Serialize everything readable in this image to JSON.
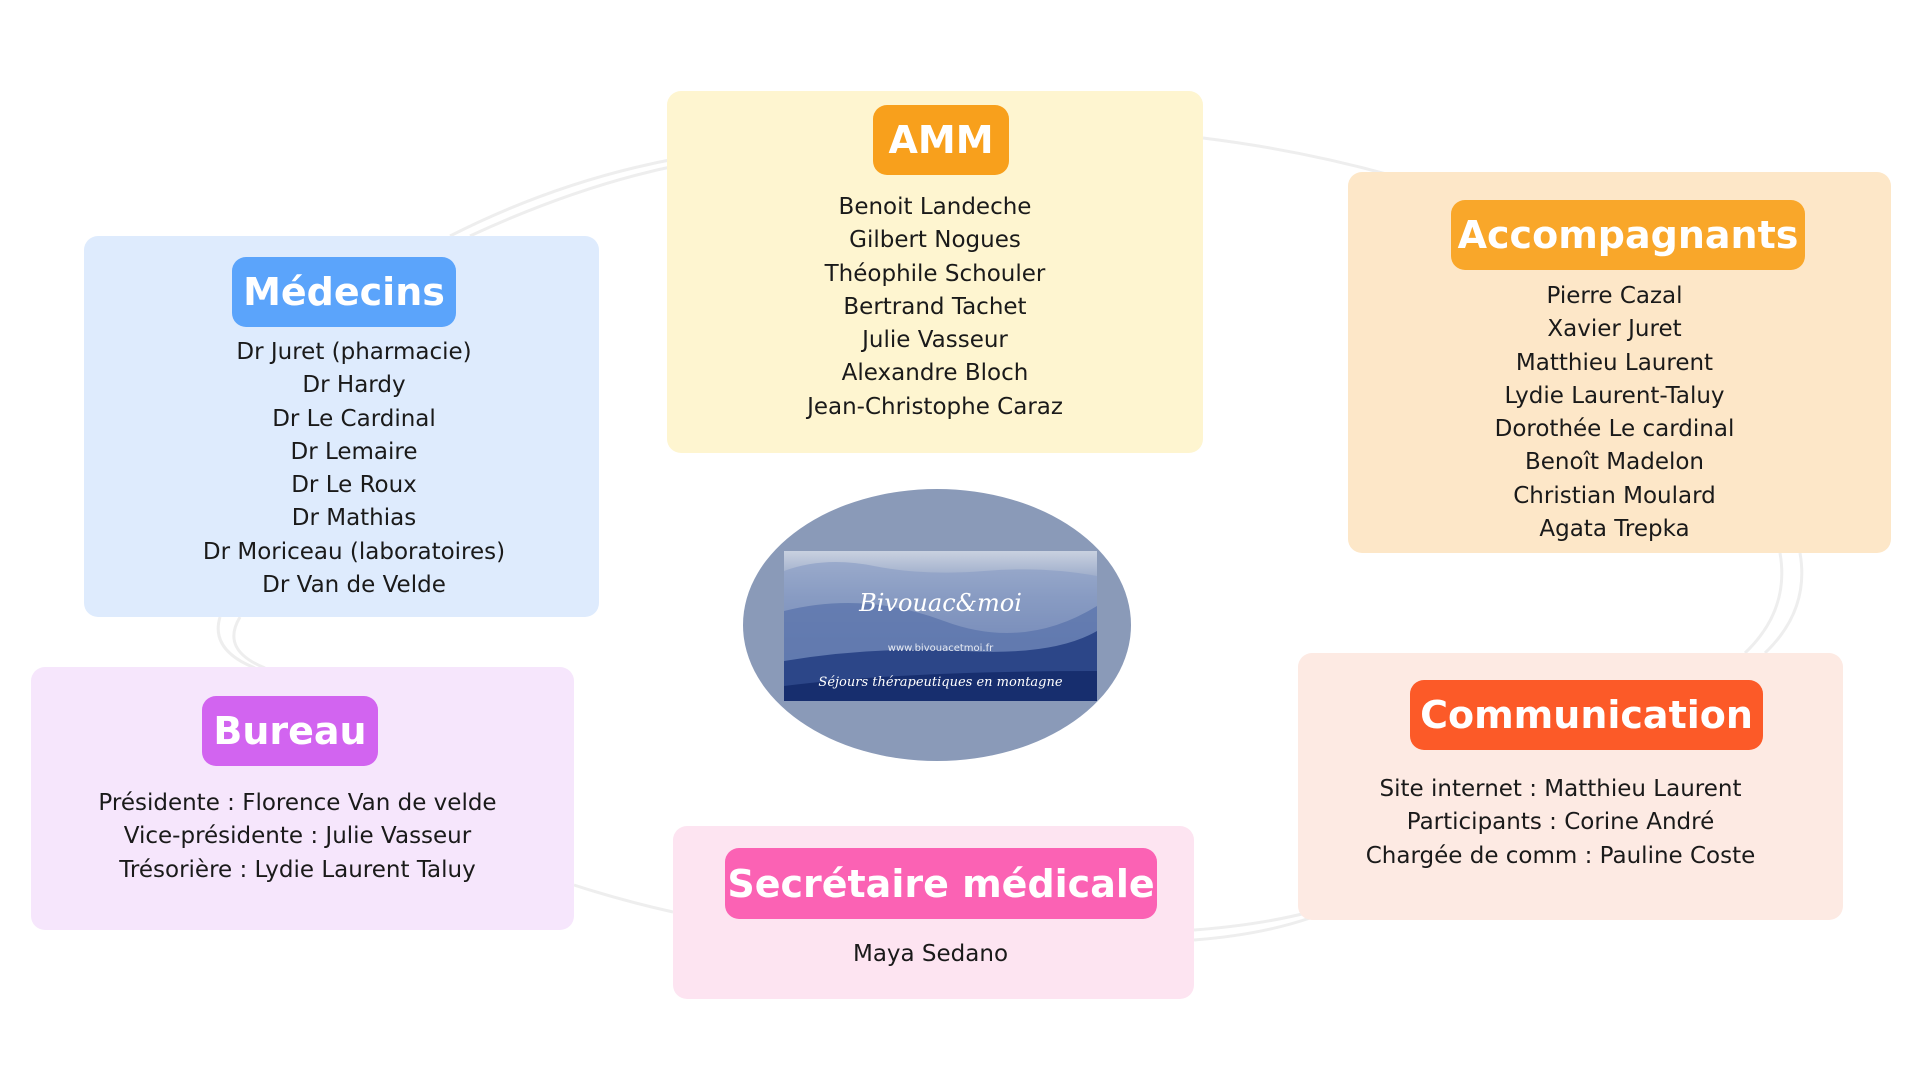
{
  "groups": {
    "amm": {
      "title": "AMM",
      "members": [
        "Benoit Landeche",
        "Gilbert Nogues",
        "Théophile Schouler",
        "Bertrand Tachet",
        "Julie Vasseur",
        "Alexandre Bloch",
        "Jean-Christophe Caraz"
      ],
      "bg": "#fef5d0",
      "accent": "#f8a01c"
    },
    "medecins": {
      "title": "Médecins",
      "members": [
        "Dr Juret (pharmacie)",
        "Dr Hardy",
        "Dr Le Cardinal",
        "Dr Lemaire",
        "Dr Le Roux",
        "Dr Mathias",
        "Dr Moriceau (laboratoires)",
        "Dr Van de Velde"
      ],
      "bg": "#deebfd",
      "accent": "#5ba4fb"
    },
    "accompagnants": {
      "title": "Accompagnants",
      "members": [
        "Pierre Cazal",
        "Xavier Juret",
        "Matthieu Laurent",
        "Lydie Laurent-Taluy",
        "Dorothée Le cardinal",
        "Benoît Madelon",
        "Christian Moulard",
        "Agata Trepka"
      ],
      "bg": "#fde7c8",
      "accent": "#f9a72a"
    },
    "bureau": {
      "title": "Bureau",
      "members": [
        "Présidente : Florence Van de velde",
        "Vice-présidente : Julie Vasseur",
        "Trésorière : Lydie Laurent Taluy"
      ],
      "bg": "#f6e6fc",
      "accent": "#d264f0"
    },
    "secretaire": {
      "title": "Secrétaire médicale",
      "members": [
        "Maya Sedano"
      ],
      "bg": "#fde4f1",
      "accent": "#fb62b4"
    },
    "communication": {
      "title": "Communication",
      "members": [
        "Site internet : Matthieu Laurent",
        "Participants : Corine André",
        "Chargée de comm : Pauline Coste"
      ],
      "bg": "#fdeae3",
      "accent": "#fc5a28"
    }
  },
  "center": {
    "brand": "Bivouac&moi",
    "url": "www.bivouacetmoi.fr",
    "tagline": "Séjours thérapeutiques en montagne",
    "color": "#8a9ab8"
  }
}
